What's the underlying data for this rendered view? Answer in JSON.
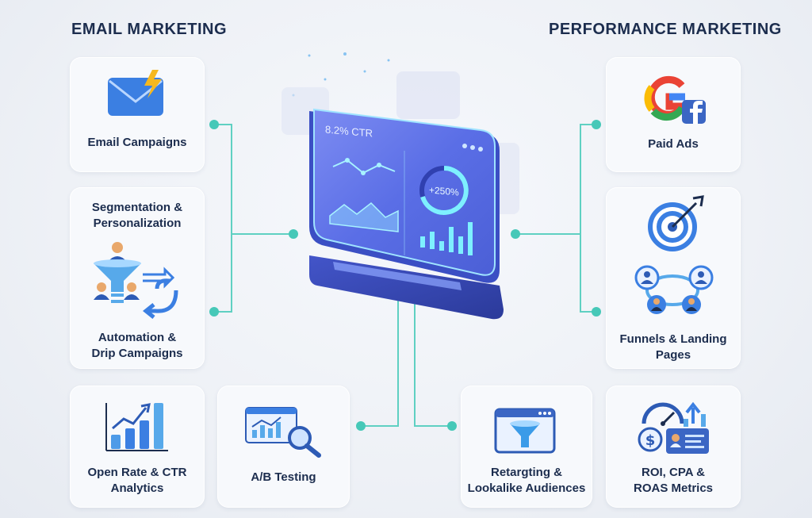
{
  "headings": {
    "left": "EMAIL MARKETING",
    "right": "PERFORMANCE MARKETING"
  },
  "dashboard": {
    "ctr_label": "8.2% CTR",
    "gauge_label": "+250%"
  },
  "cards": {
    "email_campaigns": "Email Campaigns",
    "segmentation": "Segmentation &\nPersonalization",
    "automation": "Automation &\nDrip Campaigns",
    "open_rate": "Open Rate & CTR\nAnalytics",
    "ab_testing": "A/B Testing",
    "paid_ads": "Paid Ads",
    "funnels": "Funnels & Landing\nPages",
    "retargeting": "Retargting &\nLookalike Audiences",
    "roi": "ROI, CPA &\nROAS Metrics"
  },
  "colors": {
    "connector": "#46c8b8",
    "accent_blue": "#3b73e0",
    "screen": "#5b6de8"
  }
}
